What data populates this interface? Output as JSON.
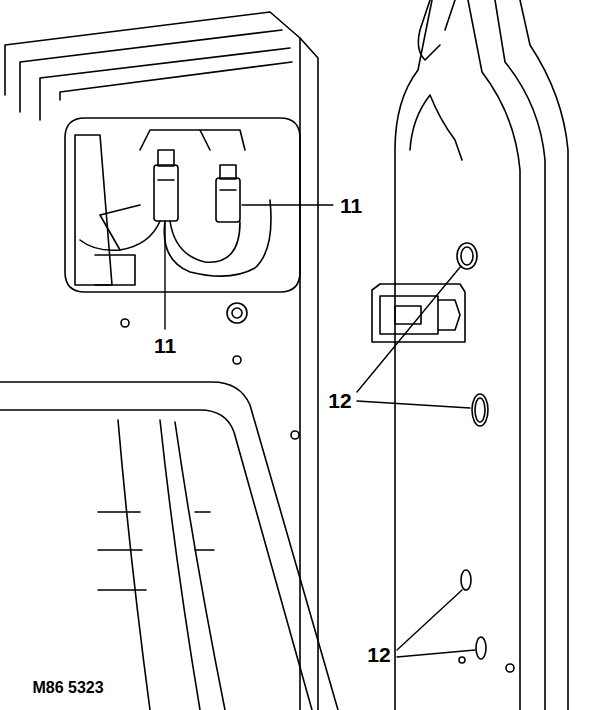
{
  "diagram": {
    "labels": [
      "11",
      "11",
      "12",
      "12",
      "M86 5323"
    ]
  }
}
